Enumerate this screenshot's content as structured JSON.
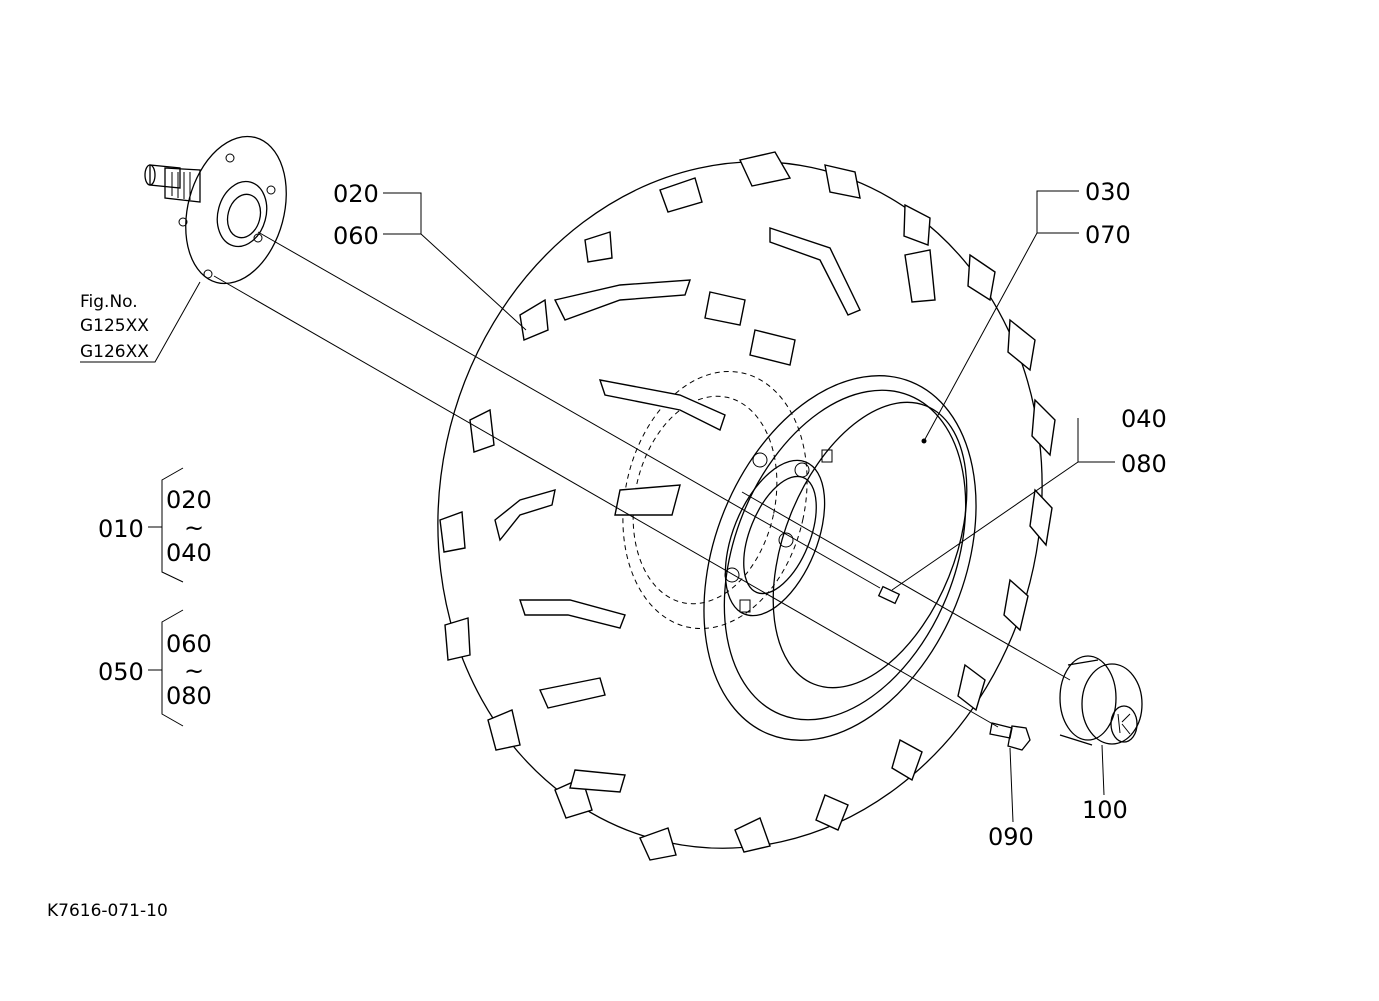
{
  "figure_ref": [
    "Fig.No.",
    "G125XX",
    "G126XX"
  ],
  "callouts": {
    "c020": "020",
    "c060": "060",
    "c030": "030",
    "c070": "070",
    "c040": "040",
    "c080": "080",
    "c090": "090",
    "c100": "100"
  },
  "groups": [
    {
      "parent": "010",
      "from": "020",
      "tilde": "~",
      "to": "040"
    },
    {
      "parent": "050",
      "from": "060",
      "tilde": "~",
      "to": "080"
    }
  ],
  "drawing_code": "K7616-071-10"
}
